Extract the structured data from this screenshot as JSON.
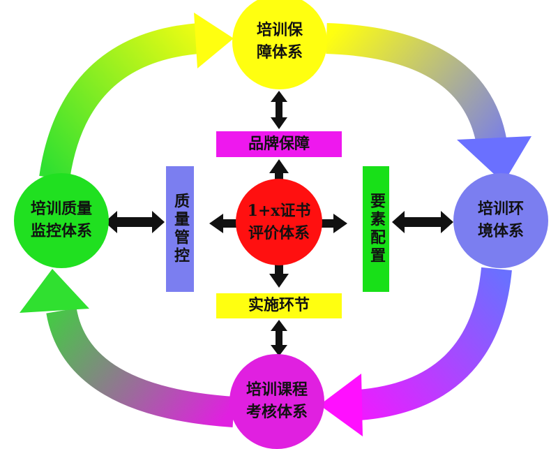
{
  "center": {
    "label": "1+x证书\n评价体系",
    "color": "#ff1010"
  },
  "systems": {
    "top": {
      "label": "培训保\n障体系",
      "color": "#ffff10"
    },
    "right": {
      "label": "培训环\n境体系",
      "color": "#7b7ef0"
    },
    "bottom": {
      "label": "培训课程\n考核体系",
      "color": "#e020e0"
    },
    "left": {
      "label": "培训质量\n监控体系",
      "color": "#20e020"
    }
  },
  "bars": {
    "top": {
      "label": "品牌保障",
      "color": "#ee18ee"
    },
    "bottom": {
      "label": "实施环节",
      "color": "#ffff10"
    },
    "left": {
      "label": "质量管控",
      "color": "#7b7ef0"
    },
    "right": {
      "label": "要素配置",
      "color": "#18e018"
    }
  }
}
